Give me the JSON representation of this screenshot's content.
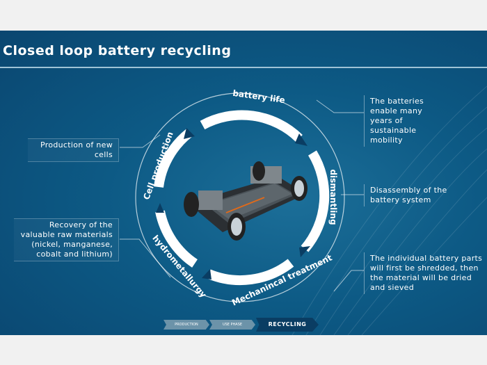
{
  "title": "Closed loop battery recycling",
  "cycle": {
    "top": "battery life",
    "right": "dismantling",
    "bottom_right": "Mechanincal treatment",
    "bottom_left": "hydrometallurgy",
    "left": "Cell production"
  },
  "callouts": {
    "production": "Production of new cells",
    "recovery": "Recovery of the valuable raw materials (nickel, manganese, cobalt and lithium)",
    "batteries": "The batteries enable many years of sustainable mobility",
    "disassembly": "Disassembly of the battery system",
    "shredded": "The individual battery parts will first be shredded, then the material will be dried and sieved"
  },
  "nav": [
    "PRODUCTION",
    "USE PHASE",
    "RECYCLING"
  ]
}
